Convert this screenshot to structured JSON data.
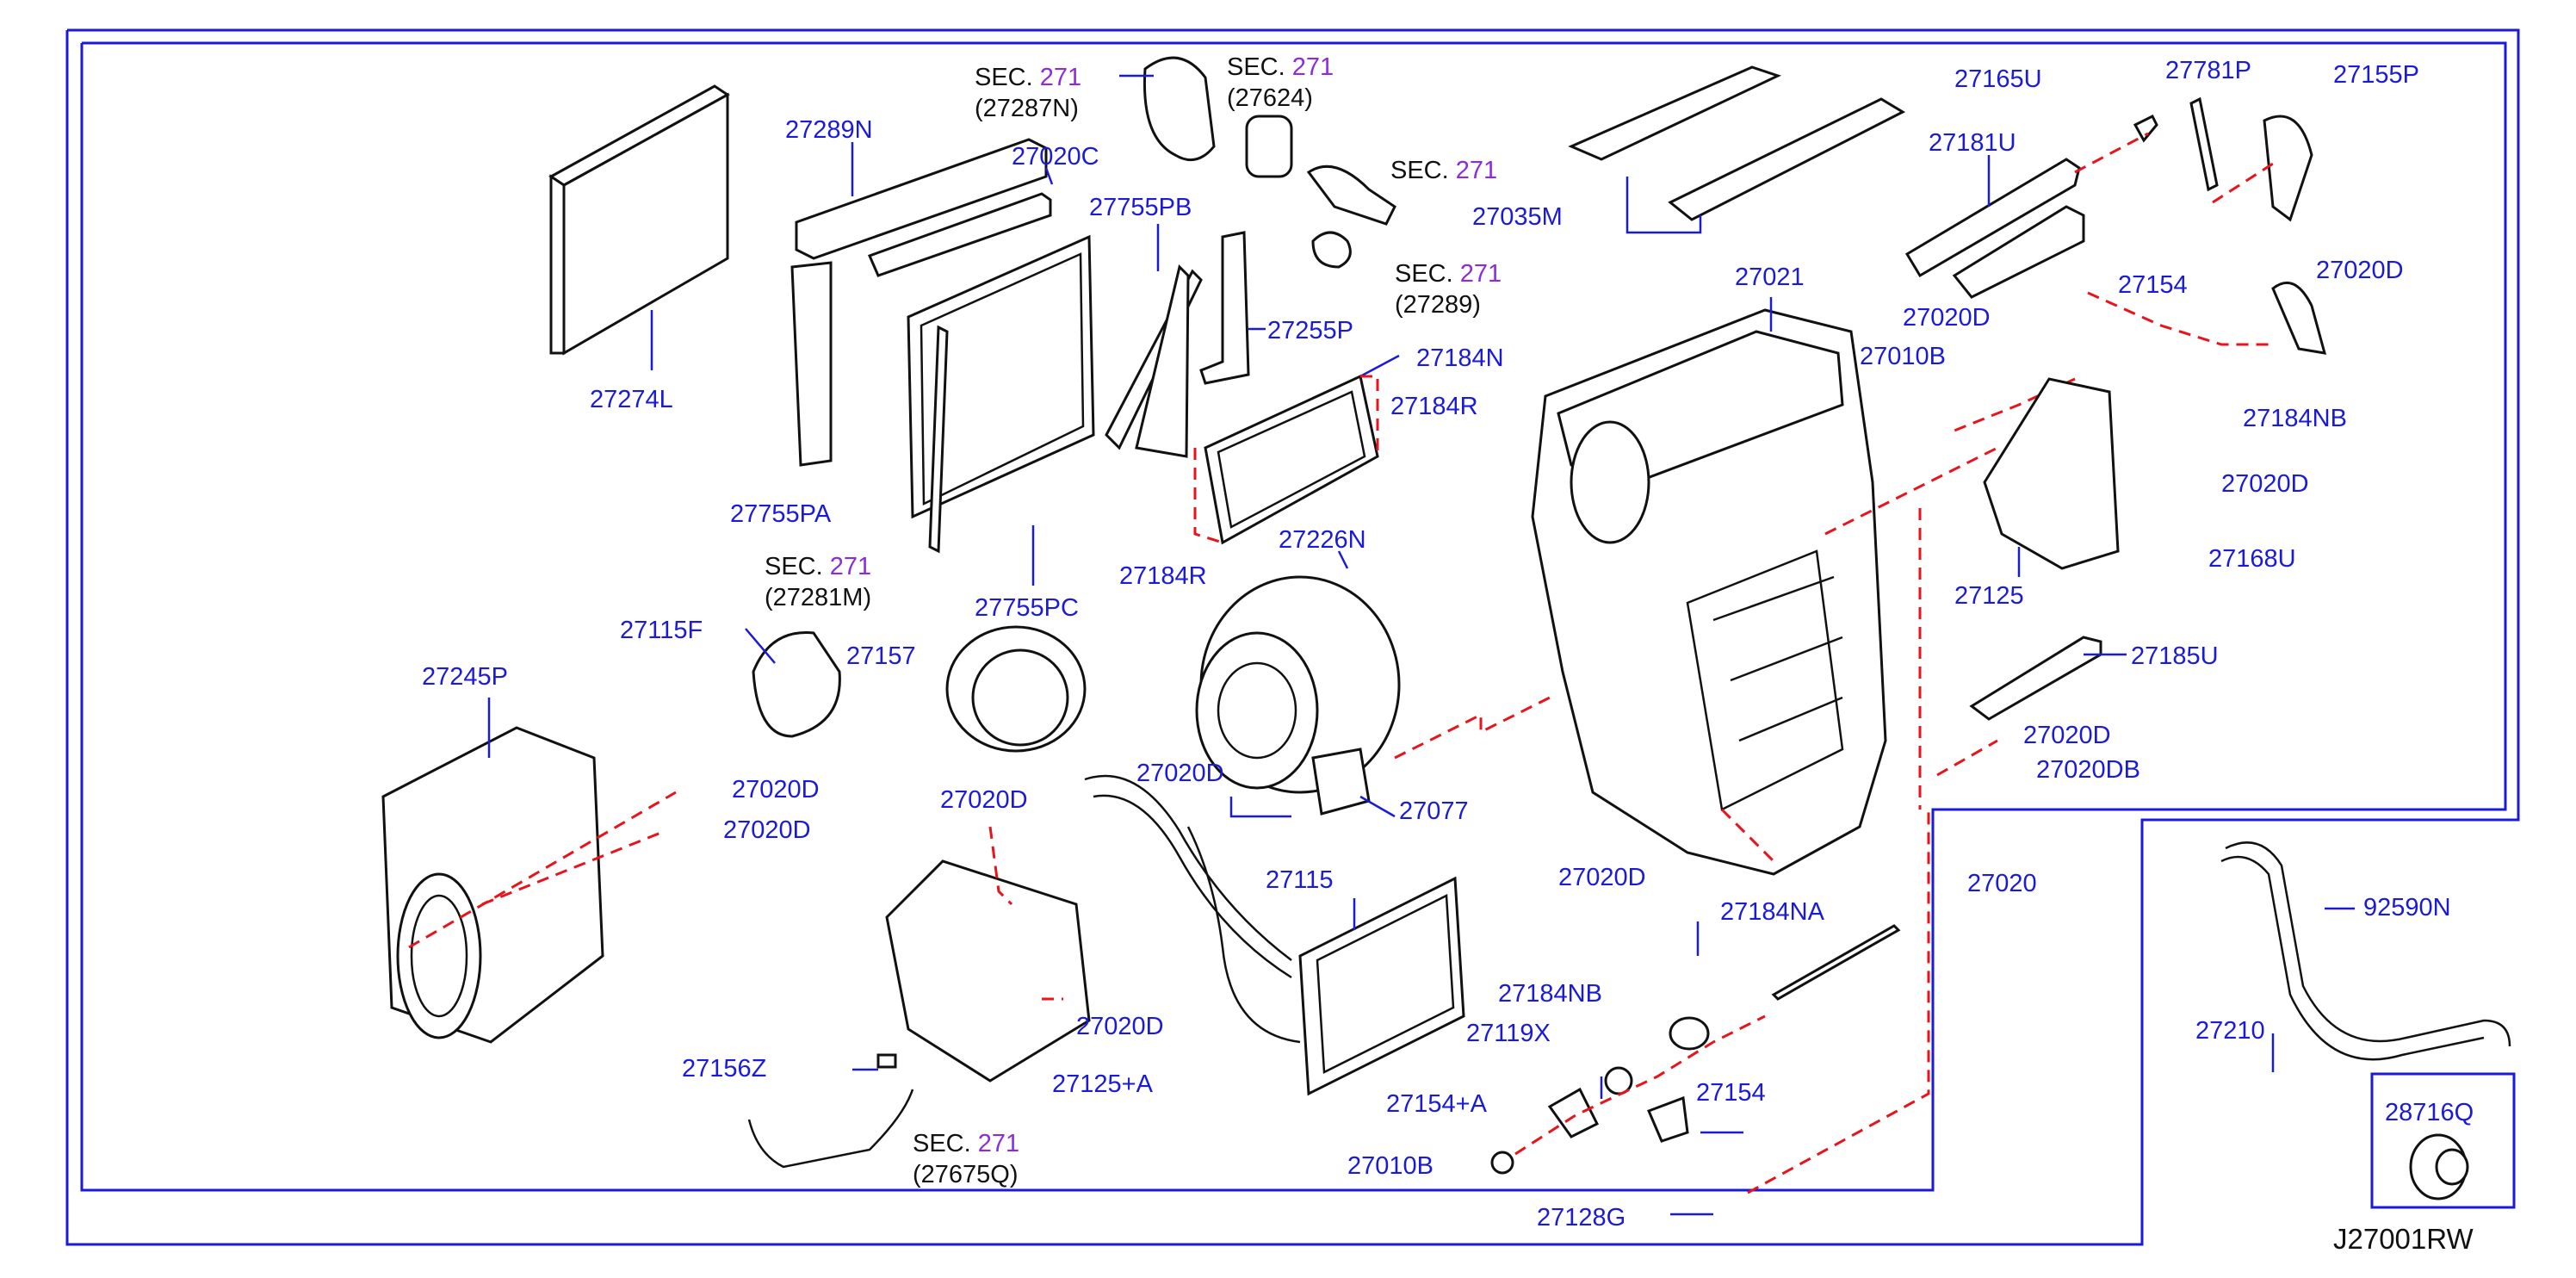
{
  "sections": {
    "s27287n": {
      "label": "SEC.",
      "number": "271",
      "ref": "(27287N)"
    },
    "s27624": {
      "label": "SEC.",
      "number": "271",
      "ref": "(27624)"
    },
    "s271a": {
      "label": "SEC.",
      "number": "271"
    },
    "s27289": {
      "label": "SEC.",
      "number": "271",
      "ref": "(27289)"
    },
    "s27281m": {
      "label": "SEC.",
      "number": "271",
      "ref": "(27281M)"
    },
    "s27675q": {
      "label": "SEC.",
      "number": "271",
      "ref": "(27675Q)"
    }
  },
  "parts": {
    "p27274L": "27274L",
    "p27289N": "27289N",
    "p27020C": "27020C",
    "p27755PB": "27755PB",
    "p27255P": "27255P",
    "p27184N": "27184N",
    "p27184R_a": "27184R",
    "p27184R_b": "27184R",
    "p27755PA": "27755PA",
    "p27755PC": "27755PC",
    "p27226N": "27226N",
    "p27035M": "27035M",
    "p27021": "27021",
    "p27165U": "27165U",
    "p27781P": "27781P",
    "p27155P": "27155P",
    "p27181U": "27181U",
    "p27154_a": "27154",
    "p27020D_r1": "27020D",
    "p27020D_r2": "27020D",
    "p27010B_a": "27010B",
    "p27184NB_a": "27184NB",
    "p27020D_r3": "27020D",
    "p27125": "27125",
    "p27168U": "27168U",
    "p27185U": "27185U",
    "p27020D_r4": "27020D",
    "p27020DB": "27020DB",
    "p27115F": "27115F",
    "p27157": "27157",
    "p27245P": "27245P",
    "p27020D_l1": "27020D",
    "p27020D_l2": "27020D",
    "p27020D_m1": "27020D",
    "p27077": "27077",
    "p27020D_m2": "27020D",
    "p27115": "27115",
    "p27020D_m3": "27020D",
    "p27125A": "27125+A",
    "p27156Z": "27156Z",
    "p27020D_m4": "27020D",
    "p27184NA": "27184NA",
    "p27020": "27020",
    "p27184NB_b": "27184NB",
    "p27119X": "27119X",
    "p27154A": "27154+A",
    "p27154_b": "27154",
    "p27010B_b": "27010B",
    "p27128G": "27128G",
    "p92590N": "92590N",
    "p27210": "27210",
    "p28716Q": "28716Q"
  },
  "diagram_code": "J27001RW",
  "colors": {
    "label": "#1a1adb",
    "frame": "#1a1adb",
    "dashed": "#e8141b",
    "section_number": "#8a2be2",
    "line_art": "#111111"
  }
}
